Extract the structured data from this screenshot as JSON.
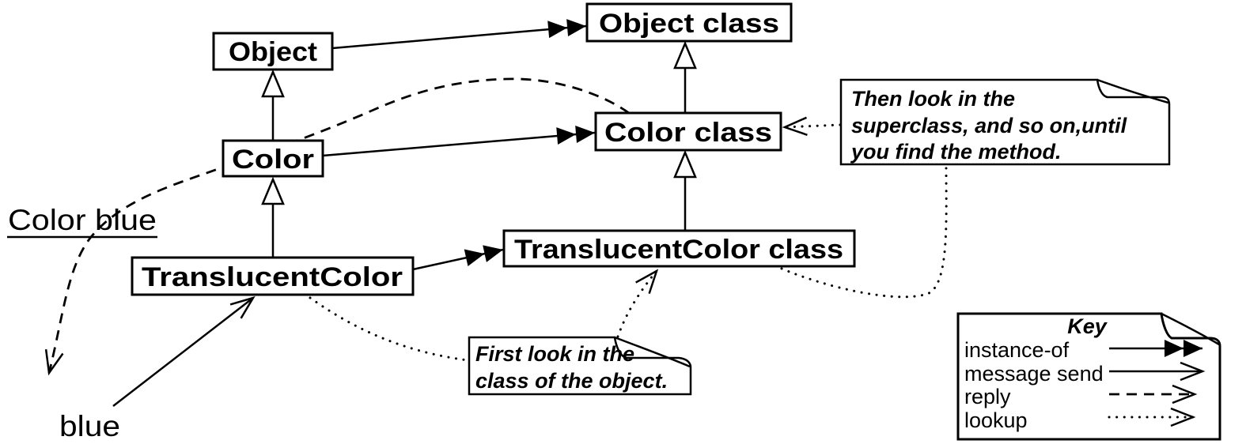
{
  "diagram": {
    "nodes": {
      "object": {
        "label": "Object"
      },
      "object_class": {
        "label": "Object class"
      },
      "color": {
        "label": "Color"
      },
      "color_class": {
        "label": "Color class"
      },
      "translucent_color": {
        "label": "TranslucentColor"
      },
      "translucent_color_class": {
        "label": "TranslucentColor class"
      }
    },
    "annotations": {
      "message_send_label": "Color blue",
      "receiver_label": "blue"
    },
    "notes": {
      "first_lookup": {
        "lines": [
          "First look in the",
          "class of the object."
        ]
      },
      "then_lookup": {
        "lines": [
          "Then look in the",
          "superclass, and so on,until",
          "you find the method."
        ]
      }
    },
    "key": {
      "title": "Key",
      "entries": [
        {
          "label": "instance-of",
          "arrow_style": "solid line, double filled arrowhead"
        },
        {
          "label": "message send",
          "arrow_style": "solid line, open arrowhead"
        },
        {
          "label": "reply",
          "arrow_style": "dashed line, open arrowhead"
        },
        {
          "label": "lookup",
          "arrow_style": "dotted line, open arrowhead"
        }
      ]
    },
    "colors": {
      "stroke": "#000000",
      "background": "#ffffff"
    }
  }
}
